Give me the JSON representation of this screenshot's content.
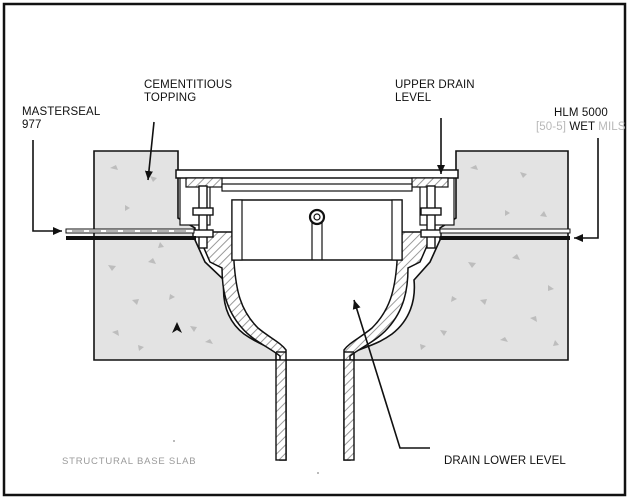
{
  "labels": {
    "masterseal_line1": "MASTERSEAL",
    "masterseal_line2": "977",
    "cementitious_line1": "CEMENTITIOUS",
    "cementitious_line2": "TOPPING",
    "upper_drain_line1": "UPPER DRAIN",
    "upper_drain_line2": "LEVEL",
    "hlm_line1": "HLM 5000",
    "hlm_line2a": "[50-5]",
    "hlm_line2b": "WET",
    "hlm_line2c": "MILS",
    "structural_slab": "STRUCTURAL BASE SLAB",
    "drain_lower": "DRAIN LOWER LEVEL"
  },
  "colors": {
    "line": "#111111",
    "concrete_fill": "#e3e3e3",
    "aggregate": "#bdbdbd",
    "hatch": "#9a9a9a",
    "membrane": "#111111"
  }
}
